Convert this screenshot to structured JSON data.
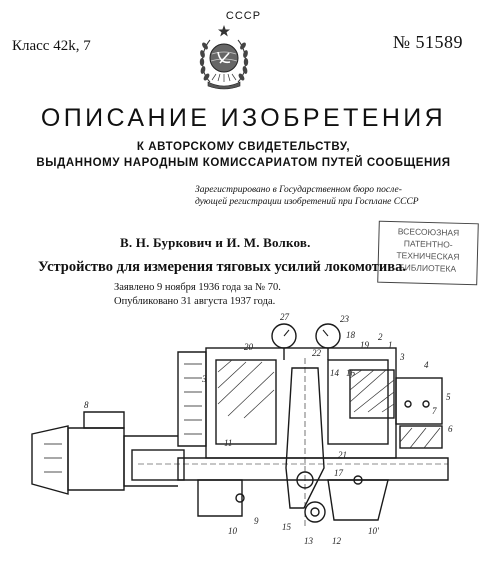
{
  "header": {
    "country": "СССР",
    "class_label": "Класс 42k, 7",
    "patent_number": "№ 51589"
  },
  "emblem": {
    "name": "ussr-coat-of-arms"
  },
  "document": {
    "title": "ОПИСАНИЕ ИЗОБРЕТЕНИЯ",
    "subtitle_line1": "К АВТОРСКОМУ СВИДЕТЕЛЬСТВУ,",
    "subtitle_line2": "ВЫДАННОМУ НАРОДНЫМ КОМИССАРИАТОМ ПУТЕЙ СООБЩЕНИЯ",
    "registration_line1": "Зарегистрировано в Государственном бюро после-",
    "registration_line2": "дующей регистрации изобретений при Госплане СССР",
    "authors": "В. Н. Буркович и И. М. Волков.",
    "invention_title": "Устройство для измерения тяговых усилий локомотива.",
    "applied": "Заявлено 9 ноября 1936 года за № 70.",
    "published": "Опубликовано 31 августа 1937 года."
  },
  "stamp": {
    "line1": "ВСЕСОЮЗНАЯ",
    "line2": "ПАТЕНТНО-",
    "line3": "ТЕХНИЧЕСКАЯ",
    "line4": "БИБЛИОТЕКА"
  },
  "drawing": {
    "labels": {
      "l1": "1",
      "l2": "2",
      "l3": "3",
      "l3b": "3",
      "l4": "4",
      "l5": "5",
      "l6": "6",
      "l7": "7",
      "l8": "8",
      "l9": "9",
      "l10": "10",
      "l10b": "10'",
      "l11": "11",
      "l12": "12",
      "l13": "13",
      "l14": "14",
      "l15": "15",
      "l16": "16",
      "l17": "17",
      "l18": "18",
      "l19": "19",
      "l20": "20",
      "l21": "21",
      "l22": "22",
      "l23": "23",
      "l27": "27"
    }
  }
}
